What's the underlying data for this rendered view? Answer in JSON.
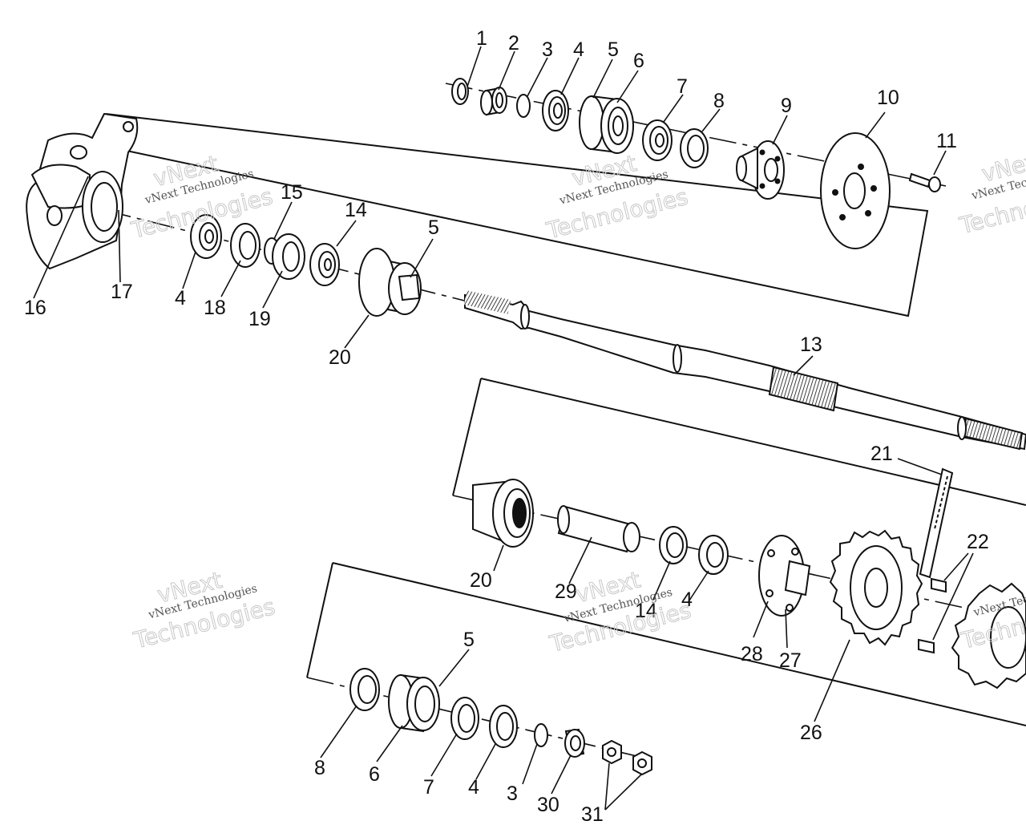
{
  "watermark": {
    "line1": "vNext Technologies",
    "line2": "Technologies",
    "line3": "vNext"
  },
  "callouts": {
    "c1": "1",
    "c2": "2",
    "c3": "3",
    "c4": "4",
    "c5": "5",
    "c6": "6",
    "c7": "7",
    "c8": "8",
    "c9": "9",
    "c10": "10",
    "c11": "11",
    "c15": "15",
    "c14": "14",
    "c5b": "5",
    "c16": "16",
    "c17": "17",
    "c4b": "4",
    "c18": "18",
    "c19": "19",
    "c20": "20",
    "c13": "13",
    "c21": "21",
    "c20b": "20",
    "c29": "29",
    "c14b": "14",
    "c4c": "4",
    "c22": "22",
    "c28": "28",
    "c27": "27",
    "c26": "26",
    "c5c": "5",
    "c8b": "8",
    "c6b": "6",
    "c7b": "7",
    "c4d": "4",
    "c3b": "3",
    "c30": "30",
    "c31": "31"
  }
}
